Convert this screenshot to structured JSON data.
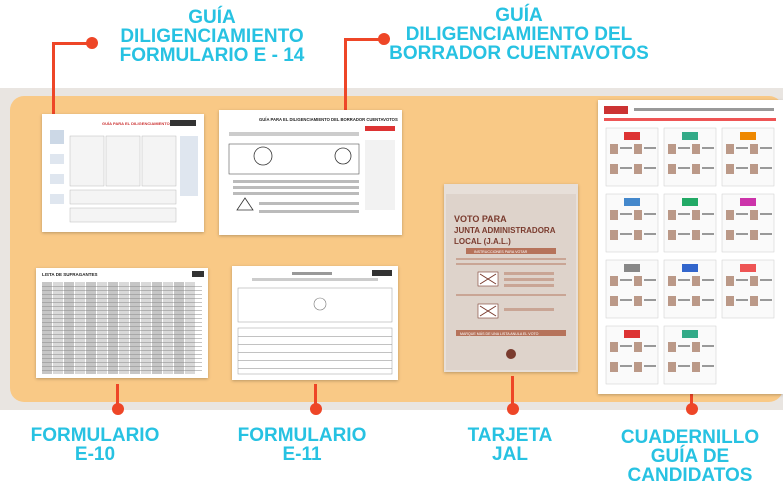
{
  "labels": {
    "guide_e14": {
      "line1": "GUÍA",
      "line2": "DILIGENCIAMIENTO",
      "line3": "FORMULARIO   E - 14"
    },
    "guide_borrador": {
      "line1": "GUÍA",
      "line2": "DILIGENCIAMIENTO DEL",
      "line3": "BORRADOR CUENTAVOTOS"
    },
    "form_e10": {
      "line1": "FORMULARIO",
      "line2": "E-10"
    },
    "form_e11": {
      "line1": "FORMULARIO",
      "line2": "E-11"
    },
    "tarjeta_jal": {
      "line1": "TARJETA",
      "line2": "JAL"
    },
    "cuadernillo": {
      "line1": "CUADERNILLO",
      "line2": "GUÍA DE",
      "line3": "CANDIDATOS"
    }
  },
  "thumbnails": {
    "e14_title": "GUÍA PARA EL DILIGENCIAMIENTO DEL E-14",
    "borrador_title": "GUÍA PARA EL DILIGENCIAMIENTO DEL BORRADOR CUENTAVOTOS",
    "e10_title": "LISTA DE SUFRAGANTES",
    "jal": {
      "title1": "VOTO PARA",
      "title2": "JUNTA ADMINISTRADORA",
      "title3": "LOCAL (J.A.L.)",
      "instructions": "INSTRUCCIONES PARA VOTAR",
      "footer": "MARQUE MÁS DE UNA LISTA ANULA EL VOTO"
    }
  },
  "colors": {
    "accent_text": "#27c2e2",
    "connector": "#ee4627",
    "band": "#f9c986"
  }
}
